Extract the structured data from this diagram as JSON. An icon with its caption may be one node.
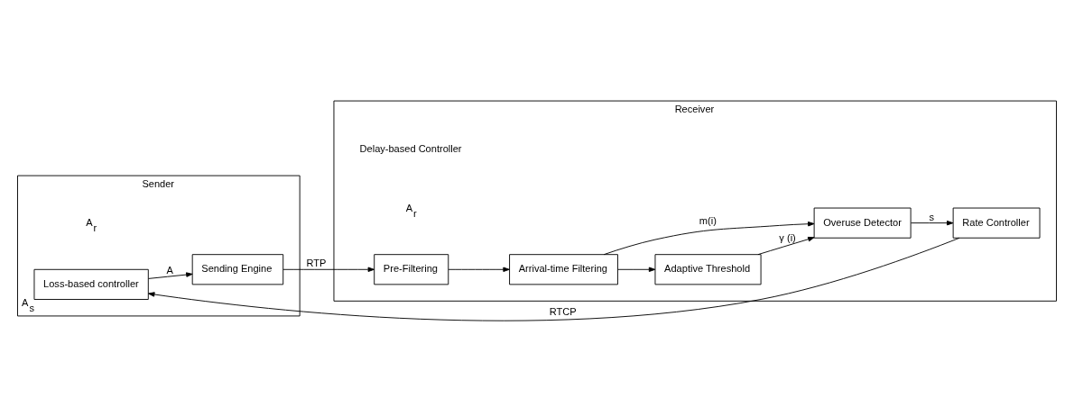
{
  "diagram": {
    "nodes": [
      {
        "text": [
          "Sender"
        ]
      },
      {
        "text": [
          "Loss-based controller"
        ],
        "in": 0,
        "beside": [
          "A$_{s}$"
        ]
      },
      {
        "text": [
          "Sending Engine"
        ],
        "in": 0
      },
      {
        "text": [
          "Receiver"
        ]
      },
      {
        "text": [
          "Pre-Filtering"
        ],
        "in": 3
      },
      {
        "text": [
          "Arrival-time Filtering"
        ],
        "in": 3
      },
      {
        "text": [
          "Adaptive Threshold"
        ],
        "in": 3
      },
      {
        "text": [
          "Overuse Detector"
        ],
        "in": 3
      },
      {
        "text": [
          "Rate Controller"
        ],
        "in": 3
      }
    ],
    "edges": [
      {
        "from": 1,
        "to": 2,
        "arrow": "to",
        "label": "A"
      },
      {
        "from": 2,
        "to": 4,
        "arrow": "to",
        "label": "RTP"
      },
      {
        "from": 4,
        "to": 5,
        "arrow": "to"
      },
      {
        "from": 5,
        "to": 6,
        "arrow": "to"
      },
      {
        "from": 5,
        "to": 7,
        "arrow": "to",
        "label": "m(i)"
      },
      {
        "from": 6,
        "to": 7,
        "arrow": "to",
        "label": "γ (i)"
      },
      {
        "from": 7,
        "to": 8,
        "arrow": "to",
        "label": "s"
      },
      {
        "from": 8,
        "to": 1,
        "arrow": "to",
        "label": "RTCP"
      }
    ],
    "labels": [
      "Delay-based Controller",
      "A$_{r}$",
      "A$_{r}$"
    ]
  }
}
